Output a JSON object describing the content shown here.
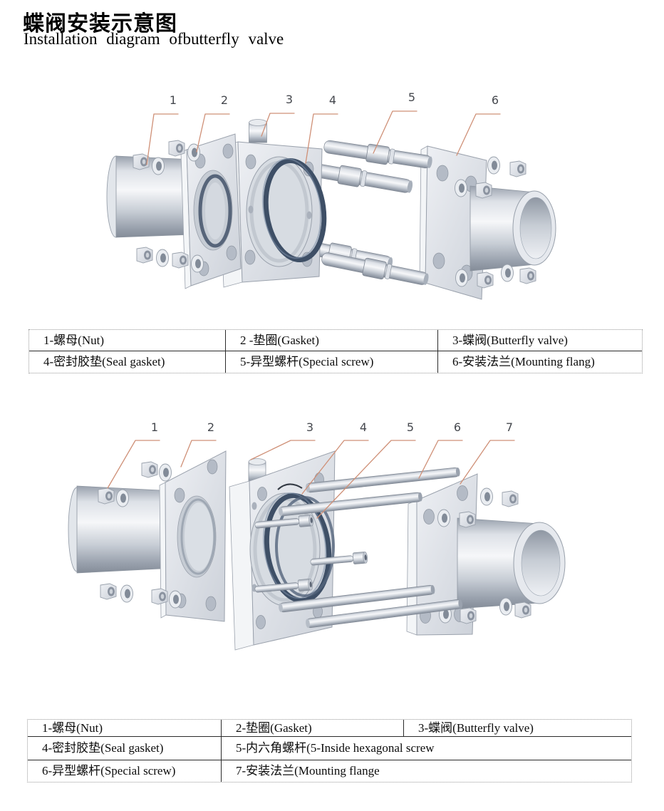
{
  "header": {
    "title_zh": "蝶阀安装示意图",
    "title_en": "Installation diagram ofbutterfly valve"
  },
  "diagram1": {
    "callouts": [
      "1",
      "2",
      "3",
      "4",
      "5",
      "6"
    ]
  },
  "diagram2": {
    "callouts": [
      "1",
      "2",
      "3",
      "4",
      "5",
      "6",
      "7"
    ]
  },
  "table1": {
    "rows": [
      [
        "1-螺母(Nut)",
        "2 -垫圈(Gasket)",
        "3-蝶阀(Butterfly valve)"
      ],
      [
        "4-密封胶垫(Seal gasket)",
        "5-异型螺杆(Special screw)",
        "6-安装法兰(Mounting flang)"
      ]
    ]
  },
  "table2": {
    "rows": [
      [
        "1-螺母(Nut)",
        "2-垫圈(Gasket)",
        "3-蝶阀(Butterfly valve)"
      ],
      [
        "4-密封胶垫(Seal gasket)",
        "5-内六角螺杆(5-Inside hexagonal screw"
      ],
      [
        "6-异型螺杆(Special screw)",
        "7-安装法兰(Mounting flange"
      ]
    ]
  },
  "colors": {
    "leader_line": "#cf9077",
    "seal_ring": "#3e4f66",
    "metal_light": "#f6f7f9",
    "metal_dark": "#848c98",
    "plate_fill": "#e0e4ea"
  }
}
